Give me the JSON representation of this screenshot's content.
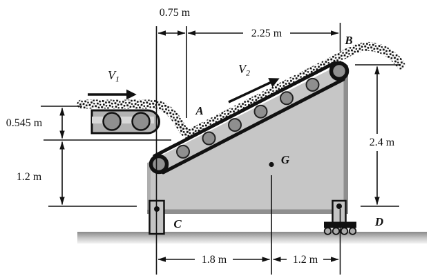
{
  "figure": {
    "description": "Inclined conveyor machine diagram with feed belt, granular material stream, pin support C and roller support D",
    "colors": {
      "body": "#c6c6c6",
      "edge_shadow": "#8f8f8f",
      "roller": "#8f8f8f",
      "ink": "#111111",
      "ground_dark": "#898989"
    },
    "dimensions": {
      "top_offset": "0.75 m",
      "top_span": "2.25 m",
      "left_drop": "0.545 m",
      "left_lower": "1.2 m",
      "right_height": "2.4 m",
      "bottom_left": "1.8 m",
      "bottom_right": "1.2 m"
    },
    "labels": {
      "v1": "V",
      "v1_sub": "1",
      "v2": "V",
      "v2_sub": "2",
      "point_a": "A",
      "point_b": "B",
      "support_c": "C",
      "support_d": "D",
      "center_g": "G"
    }
  }
}
